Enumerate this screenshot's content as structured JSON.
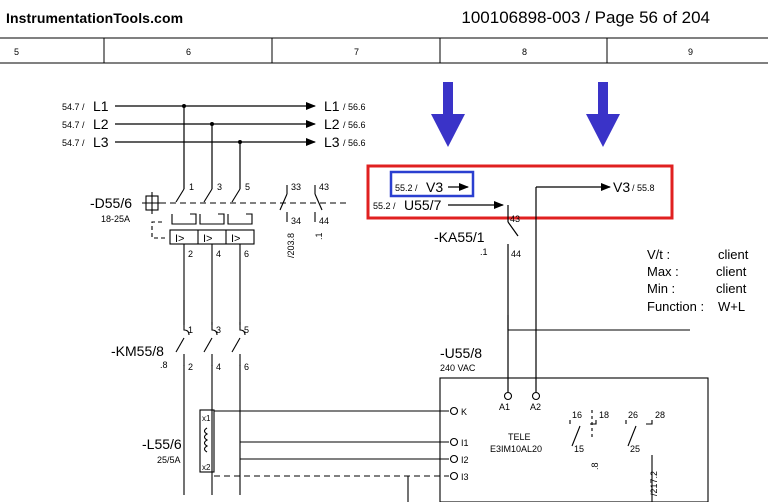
{
  "header": {
    "site": "InstrumentationTools.com",
    "page_ref": "100106898-003 / Page 56 of 204"
  },
  "columns": [
    "5",
    "6",
    "7",
    "8",
    "9"
  ],
  "lines": {
    "in_refs": [
      "54.7 /",
      "54.7 /",
      "54.7 /"
    ],
    "names": [
      "L1",
      "L2",
      "L3"
    ],
    "out_refs": [
      "/ 56.6",
      "/ 56.6",
      "/ 56.6"
    ]
  },
  "breaker": {
    "tag": "-D55/6",
    "range": "18-25A",
    "top_terminals": [
      "1",
      "3",
      "5"
    ],
    "bottom_terminals": [
      "2",
      "4",
      "6"
    ],
    "trip_symbol": "I>",
    "aux_top": [
      "33",
      "43"
    ],
    "aux_bottom": [
      "34",
      "44"
    ],
    "aux_refs": [
      "/203.8",
      ".1"
    ]
  },
  "highlight": {
    "v3_ref": "55.2 /",
    "v3_label": "V3",
    "u55_ref": "55.2 /",
    "u55_label": "U55/7",
    "v3_out_label": "V3",
    "v3_out_ref": "/ 55.8"
  },
  "relay_contact": {
    "tag": "-KA55/1",
    "top": "43",
    "bottom": "44",
    "ref": ".1"
  },
  "settings": [
    {
      "label": "V/t  :",
      "value": "client"
    },
    {
      "label": "Max  :",
      "value": "client"
    },
    {
      "label": "Min  :",
      "value": "client"
    },
    {
      "label": "Function :",
      "value": "W+L"
    }
  ],
  "contactor": {
    "tag": "-KM55/8",
    "ref": ".8",
    "top_terminals": [
      "1",
      "3",
      "5"
    ],
    "bottom_terminals": [
      "2",
      "4",
      "6"
    ]
  },
  "module": {
    "tag": "-U55/8",
    "voltage": "240 VAC",
    "top_terminals": [
      "A1",
      "A2"
    ],
    "left_terminals": [
      "K",
      "I1",
      "I2",
      "I3"
    ],
    "name_line1": "TELE",
    "name_line2": "E3IM10AL20",
    "contacts_top": [
      "16",
      "18",
      "26",
      "28"
    ],
    "contacts_common": [
      "15",
      "25"
    ],
    "contact_refs": [
      ".8",
      "/217.2"
    ]
  },
  "transformer": {
    "tag": "-L55/6",
    "rating": "25/5A",
    "terminals": [
      "x1",
      "x2"
    ]
  },
  "colors": {
    "red_box": "#e02020",
    "blue_box": "#2a3fd0",
    "arrow": "#3a33c8"
  }
}
